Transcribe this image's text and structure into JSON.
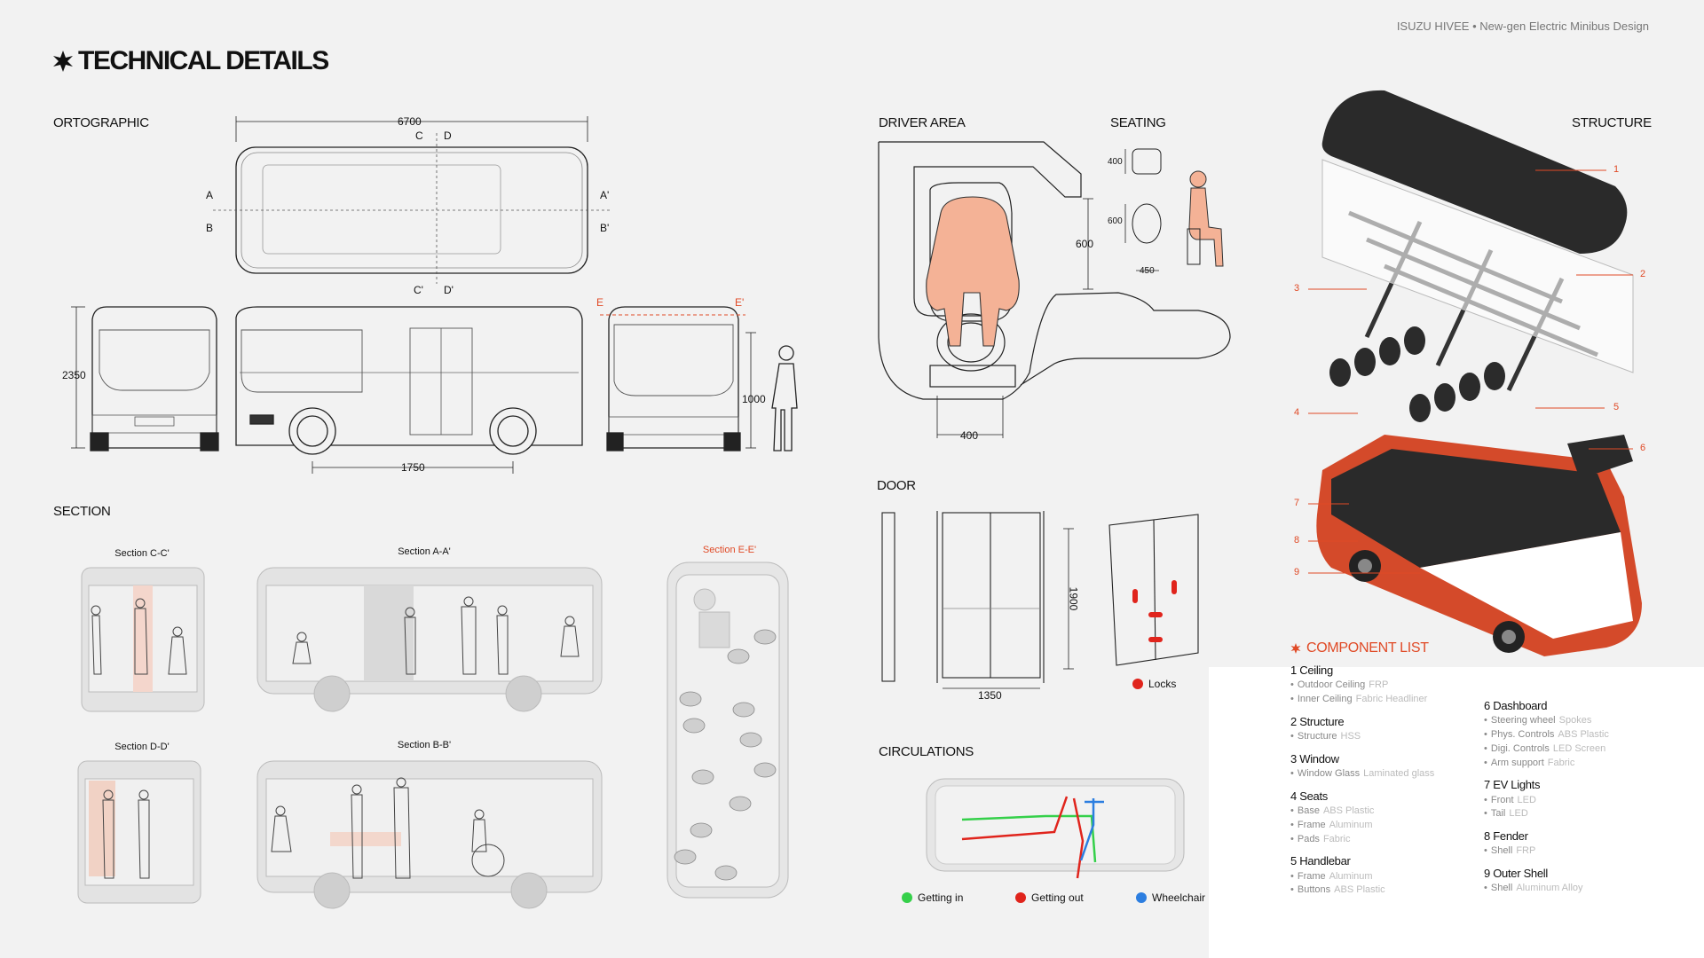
{
  "header": {
    "brand": "ISUZU HIVEE",
    "separator": "•",
    "tagline": "New-gen Electric Minibus Design"
  },
  "title": "TECHNICAL DETAILS",
  "sections": {
    "orthographic": "ORTOGRAPHIC",
    "section": "SECTION",
    "driver_area": "DRIVER AREA",
    "seating": "SEATING",
    "structure": "STRUCTURE",
    "door": "DOOR",
    "circulations": "CIRCULATIONS"
  },
  "ortho_dims": {
    "length": "6700",
    "height": "2350",
    "wheelbase": "1750",
    "floor": "1000",
    "cut_cd": "C",
    "cut_d": "D",
    "cut_a": "A",
    "cut_b": "B",
    "cut_a2": "A'",
    "cut_b2": "B'",
    "cut_c2": "C'",
    "cut_d2": "D'",
    "cut_e": "E",
    "cut_e2": "E'"
  },
  "section_labels": {
    "cc": "Section C-C'",
    "aa": "Section A-A'",
    "ee": "Section E-E'",
    "dd": "Section D-D'",
    "bb": "Section B-B'"
  },
  "driver_dims": {
    "depth": "600",
    "width": "400"
  },
  "seating_dims": {
    "back": "400",
    "seat": "600",
    "width": "450"
  },
  "door_dims": {
    "height": "1900",
    "width": "1350",
    "locks_label": "Locks"
  },
  "circulation_legend": [
    {
      "label": "Getting in",
      "color": "#35d04a"
    },
    {
      "label": "Getting out",
      "color": "#e0241c"
    },
    {
      "label": "Wheelchair",
      "color": "#2c7ee0"
    }
  ],
  "structure_callouts": [
    "1",
    "2",
    "3",
    "4",
    "5",
    "6",
    "7",
    "8",
    "9"
  ],
  "colors": {
    "accent": "#e04a26",
    "bus_body": "#d44a2a",
    "dark": "#2a2a2a"
  },
  "component_list": {
    "title": "COMPONENT LIST",
    "col1": [
      {
        "name": "1 Ceiling",
        "items": [
          {
            "part": "Outdoor Ceiling",
            "mat": "FRP"
          },
          {
            "part": "Inner Ceiling",
            "mat": "Fabric Headliner"
          }
        ]
      },
      {
        "name": "2 Structure",
        "items": [
          {
            "part": "Structure",
            "mat": "HSS"
          }
        ]
      },
      {
        "name": "3 Window",
        "items": [
          {
            "part": "Window Glass",
            "mat": "Laminated glass"
          }
        ]
      },
      {
        "name": "4 Seats",
        "items": [
          {
            "part": "Base",
            "mat": "ABS Plastic"
          },
          {
            "part": "Frame",
            "mat": "Aluminum"
          },
          {
            "part": "Pads",
            "mat": "Fabric"
          }
        ]
      },
      {
        "name": "5 Handlebar",
        "items": [
          {
            "part": "Frame",
            "mat": "Aluminum"
          },
          {
            "part": "Buttons",
            "mat": "ABS Plastic"
          }
        ]
      }
    ],
    "col2": [
      {
        "name": "6 Dashboard",
        "items": [
          {
            "part": "Steering wheel",
            "mat": "Spokes"
          },
          {
            "part": "Phys. Controls",
            "mat": "ABS Plastic"
          },
          {
            "part": "Digi. Controls",
            "mat": "LED Screen"
          },
          {
            "part": "Arm support",
            "mat": "Fabric"
          }
        ]
      },
      {
        "name": "7 EV Lights",
        "items": [
          {
            "part": "Front",
            "mat": "LED"
          },
          {
            "part": "Tail",
            "mat": "LED"
          }
        ]
      },
      {
        "name": "8 Fender",
        "items": [
          {
            "part": "Shell",
            "mat": "FRP"
          }
        ]
      },
      {
        "name": "9 Outer Shell",
        "items": [
          {
            "part": "Shell",
            "mat": "Aluminum Alloy"
          }
        ]
      }
    ]
  }
}
